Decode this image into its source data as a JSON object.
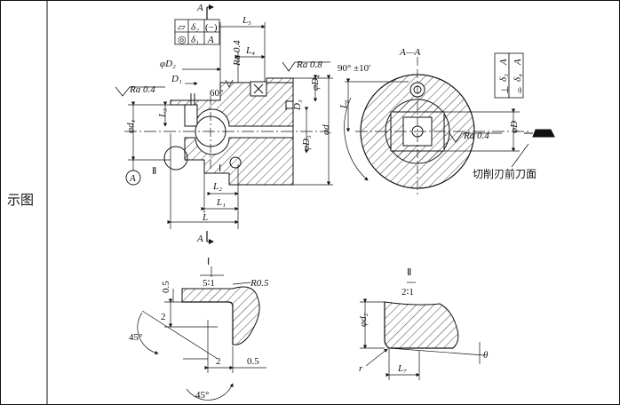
{
  "row_label": "示图",
  "view_label_a": "A",
  "section_label": "A—A",
  "angle_label": "90° ±10′",
  "ra_08": "Ra 0.8",
  "ra_04_left": "Ra 0.4",
  "ra_04_right": "Ra 0.4",
  "ra_04_small": "Ra 0.4",
  "angle_60": "60°",
  "rake_face_label": "切削刃前刀面",
  "detail_one": {
    "roman": "Ⅰ",
    "scale": "5∶1",
    "r_label": "R0.5",
    "dim_05_top": "0.5",
    "dim_2_left": "2",
    "dim_2_bottom": "2",
    "dim_05_bottom": "0.5",
    "angle_45_left": "45°",
    "angle_45_bottom": "45°"
  },
  "detail_two": {
    "roman": "Ⅱ",
    "scale": "2∶1",
    "d2_label": "φd₂",
    "r_label": "r",
    "l7_label": "L₇",
    "theta_label": "θ"
  },
  "dims": {
    "L5": "L₅",
    "L4": "L₄",
    "L3": "L₃",
    "L2": "L₂",
    "L1": "L₁",
    "L": "L",
    "L6": "L₆",
    "phiD2": "φD₂",
    "D1": "D₁",
    "D3": "D₃",
    "phiD4": "φD₄",
    "phiD5": "φD₅",
    "phid": "φd",
    "phid1": "φd₁",
    "phiD": "φD",
    "circle_a": "A",
    "mark_one": "Ⅰ",
    "mark_two": "Ⅱ"
  },
  "fcf_left": {
    "sym1": "▱",
    "delta2": "δ₂",
    "paren": "(−)",
    "sym2": "◎",
    "delta1": "δ₁",
    "ref": "A"
  },
  "fcf_right": {
    "sym1": "⊥",
    "delta3": "δ₃",
    "ref1": "A",
    "sym2": "⌯",
    "delta4": "δ₄",
    "ref2": "A"
  }
}
